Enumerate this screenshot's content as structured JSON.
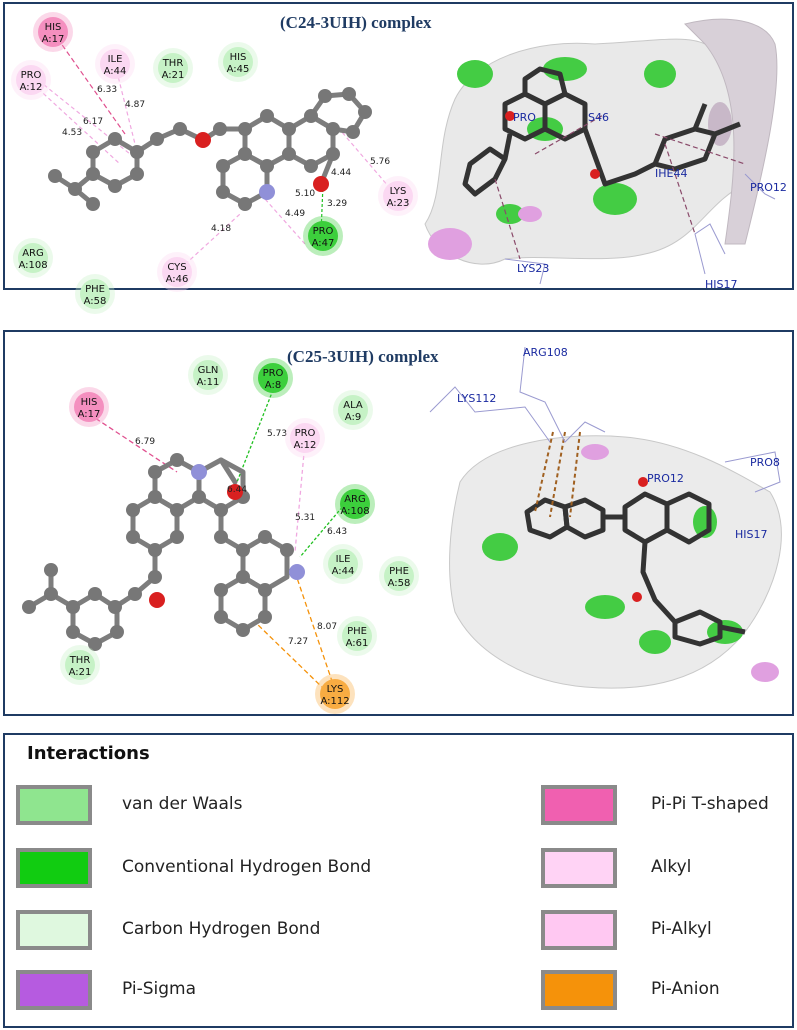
{
  "panel1": {
    "title": "(C24-3UIH) complex",
    "residues": [
      {
        "id": "his17",
        "l1": "HIS",
        "l2": "A:17",
        "type": "pipi"
      },
      {
        "id": "ile44",
        "l1": "ILE",
        "l2": "A:44",
        "type": "alkyl"
      },
      {
        "id": "thr21",
        "l1": "THR",
        "l2": "A:21",
        "type": "vdw"
      },
      {
        "id": "his45",
        "l1": "HIS",
        "l2": "A:45",
        "type": "vdw"
      },
      {
        "id": "pro12",
        "l1": "PRO",
        "l2": "A:12",
        "type": "alkyl"
      },
      {
        "id": "lys23",
        "l1": "LYS",
        "l2": "A:23",
        "type": "alkyl"
      },
      {
        "id": "arg108",
        "l1": "ARG",
        "l2": "A:108",
        "type": "vdw"
      },
      {
        "id": "phe58",
        "l1": "PHE",
        "l2": "A:58",
        "type": "vdw"
      },
      {
        "id": "cys46",
        "l1": "CYS",
        "l2": "A:46",
        "type": "alkyl"
      },
      {
        "id": "pro47",
        "l1": "PRO",
        "l2": "A:47",
        "type": "hbond"
      }
    ],
    "distances": [
      "6.33",
      "4.87",
      "6.17",
      "4.53",
      "5.76",
      "4.44",
      "5.10",
      "3.29",
      "4.49",
      "4.18"
    ],
    "labels3d": [
      "PRO",
      "S46",
      "IHE44",
      "PRO12",
      "LYS23",
      "HIS17"
    ]
  },
  "panel2": {
    "title": "(C25-3UIH) complex",
    "residues": [
      {
        "id": "gln11",
        "l1": "GLN",
        "l2": "A:11",
        "type": "vdw"
      },
      {
        "id": "his17",
        "l1": "HIS",
        "l2": "A:17",
        "type": "pipi"
      },
      {
        "id": "pro8",
        "l1": "PRO",
        "l2": "A:8",
        "type": "hbond"
      },
      {
        "id": "ala9",
        "l1": "ALA",
        "l2": "A:9",
        "type": "vdw"
      },
      {
        "id": "pro12",
        "l1": "PRO",
        "l2": "A:12",
        "type": "alkyl"
      },
      {
        "id": "arg108",
        "l1": "ARG",
        "l2": "A:108",
        "type": "hbond"
      },
      {
        "id": "ile44",
        "l1": "ILE",
        "l2": "A:44",
        "type": "vdw"
      },
      {
        "id": "phe58",
        "l1": "PHE",
        "l2": "A:58",
        "type": "vdw"
      },
      {
        "id": "phe61",
        "l1": "PHE",
        "l2": "A:61",
        "type": "vdw"
      },
      {
        "id": "thr21",
        "l1": "THR",
        "l2": "A:21",
        "type": "vdw"
      },
      {
        "id": "lys112",
        "l1": "LYS",
        "l2": "A:112",
        "type": "anion"
      }
    ],
    "distances": [
      "6.79",
      "5.73",
      "6.44",
      "5.31",
      "6.43",
      "8.07",
      "7.27"
    ],
    "labels3d": [
      "ARG108",
      "LYS112",
      "PRO12",
      "PRO8",
      "HIS17"
    ]
  },
  "legend": {
    "title": "Interactions",
    "items": [
      {
        "label": "van der Waals",
        "color": "#8fe58f"
      },
      {
        "label": "Conventional Hydrogen Bond",
        "color": "#11cc11"
      },
      {
        "label": "Carbon Hydrogen Bond",
        "color": "#dff8df"
      },
      {
        "label": "Pi-Sigma",
        "color": "#b65be0"
      },
      {
        "label": "Pi-Pi T-shaped",
        "color": "#f060b0"
      },
      {
        "label": "Alkyl",
        "color": "#ffd3f5"
      },
      {
        "label": "Pi-Alkyl",
        "color": "#ffc8f2"
      },
      {
        "label": "Pi-Anion",
        "color": "#f5920a"
      }
    ]
  },
  "colors": {
    "vdw": "#c6f2c6",
    "hbond": "#3ccf3c",
    "pipi": "#f48fbf",
    "alkyl": "#fbd8f2",
    "anion": "#f8ac42"
  }
}
